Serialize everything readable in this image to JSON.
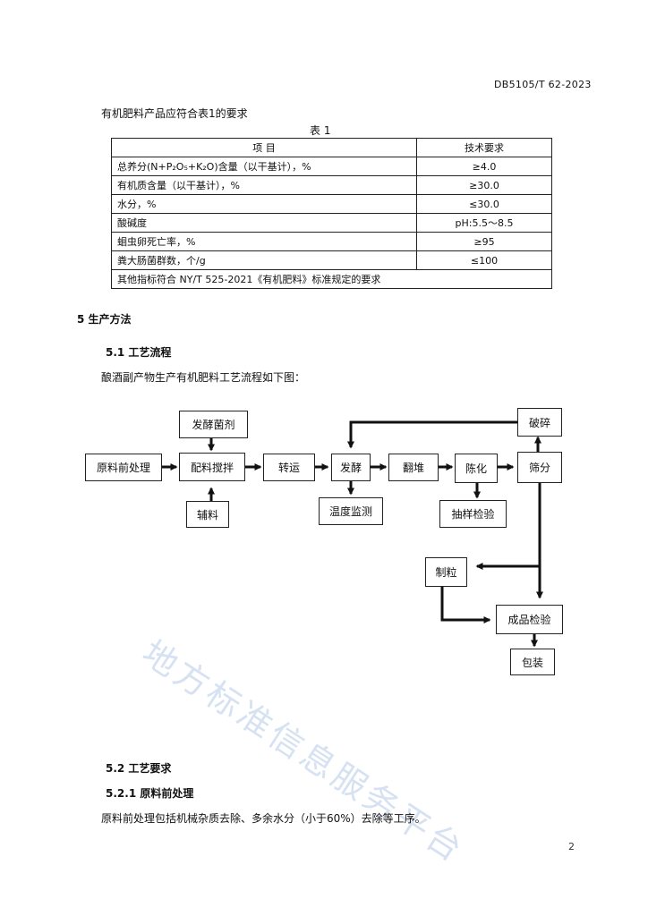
{
  "header": {
    "doc_id": "DB5105/T 62-2023"
  },
  "intro": "有机肥料产品应符合表1的要求",
  "table": {
    "caption": "表 1",
    "headers": [
      "项 目",
      "技术要求"
    ],
    "rows": [
      [
        "总养分(N+P₂O₅+K₂O)含量（以干基计），%",
        "≥4.0"
      ],
      [
        "有机质含量（以干基计），%",
        "≥30.0"
      ],
      [
        "水分，%",
        "≤30.0"
      ],
      [
        "酸碱度",
        "pH:5.5～8.5"
      ],
      [
        "蛔虫卵死亡率，%",
        "≥95"
      ],
      [
        "粪大肠菌群数，个/g",
        "≤100"
      ]
    ],
    "footer": "其他指标符合 NY/T 525-2021《有机肥料》标准规定的要求"
  },
  "section5": {
    "title": "5  生产方法"
  },
  "section5_1": {
    "title": "5.1  工艺流程",
    "text": "酿酒副产物生产有机肥料工艺流程如下图："
  },
  "flow": {
    "nodes": {
      "raw_pretreat": "原料前处理",
      "mix": "配料搅拌",
      "inoculant": "发酵菌剂",
      "auxiliary": "辅料",
      "transport": "转运",
      "ferment": "发酵",
      "temp_monitor": "温度监测",
      "turning": "翻堆",
      "aging": "陈化",
      "sample_test": "抽样检验",
      "screening": "筛分",
      "crushing": "破碎",
      "granulation": "制粒",
      "product_test": "成品检验",
      "packing": "包装"
    }
  },
  "watermark": "地方标准信息服务平台",
  "section5_2": {
    "title": "5.2  工艺要求"
  },
  "section5_2_1": {
    "title": "5.2.1  原料前处理",
    "text": "原料前处理包括机械杂质去除、多余水分（小于60%）去除等工序。"
  },
  "page_number": "2"
}
